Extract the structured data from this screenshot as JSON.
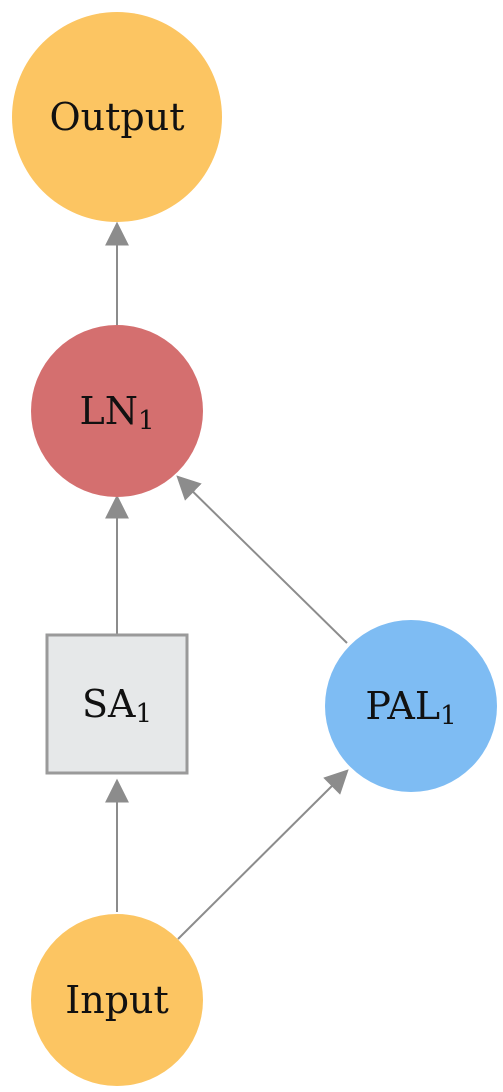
{
  "colors": {
    "io_node": "#fcc562",
    "layer_norm": "#d46f6f",
    "attention_box_fill": "#e6e8e9",
    "attention_box_stroke": "#9a9a9a",
    "pal_node": "#7ebcf3",
    "edge": "#8c8c8c"
  },
  "nodes": {
    "output": {
      "label": "Output"
    },
    "ln": {
      "label": "LN",
      "subscript": "1"
    },
    "sa": {
      "label": "SA",
      "subscript": "1"
    },
    "pal": {
      "label": "PAL",
      "subscript": "1"
    },
    "input": {
      "label": "Input"
    }
  },
  "edges": [
    {
      "from": "input",
      "to": "sa"
    },
    {
      "from": "input",
      "to": "pal"
    },
    {
      "from": "sa",
      "to": "ln"
    },
    {
      "from": "pal",
      "to": "ln"
    },
    {
      "from": "ln",
      "to": "output"
    }
  ]
}
